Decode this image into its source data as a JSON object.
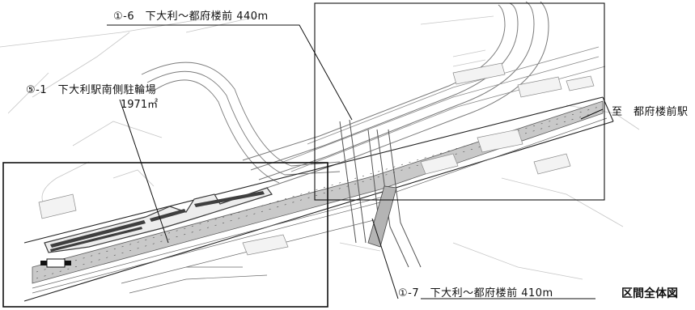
{
  "labels": {
    "section_1_6": "①-6　下大利～都府楼前 440m",
    "section_1_7": "①-7　下大利～都府楼前 410m",
    "section_5_1": "⑤-1　下大利駅南側駐輪場",
    "area_5_1": "1971㎡",
    "direction": "至　都府楼前駅",
    "figure_caption": "区間全体図"
  }
}
